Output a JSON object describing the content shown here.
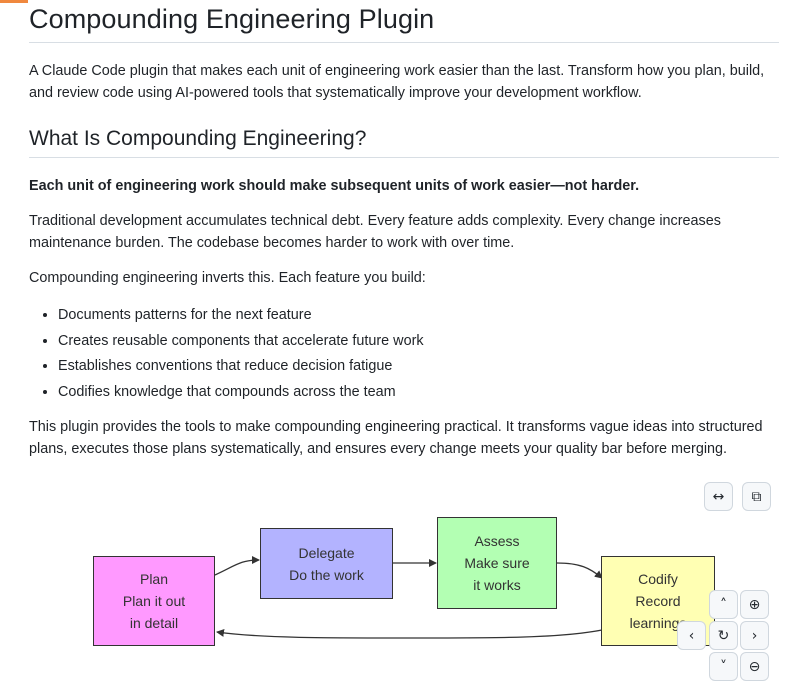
{
  "article": {
    "title": "Compounding Engineering Plugin",
    "intro_line1": "A Claude Code plugin that makes each unit of engineering work easier than the last. Transform how you plan, build,",
    "intro_line2": "and review code using AI-powered tools that systematically improve your development workflow.",
    "section_title": "What Is Compounding Engineering?",
    "bold_statement": "Each unit of engineering work should make subsequent units of work easier—not harder.",
    "para2_line1": "Traditional development accumulates technical debt. Every feature adds complexity. Every change increases",
    "para2_line2": "maintenance burden. The codebase becomes harder to work with over time.",
    "para3": "Compounding engineering inverts this. Each feature you build:",
    "bullets": [
      "Documents patterns for the next feature",
      "Creates reusable components that accelerate future work",
      "Establishes conventions that reduce decision fatigue",
      "Codifies knowledge that compounds across the team"
    ],
    "para4_line1": "This plugin provides the tools to make compounding engineering practical. It transforms vague ideas into structured",
    "para4_line2": "plans, executes those plans systematically, and ensures every change meets your quality bar before merging."
  },
  "diagram": {
    "nodes": {
      "plan": {
        "lines": [
          "Plan",
          "Plan it out",
          "in detail"
        ],
        "color": "#ff99ff"
      },
      "delegate": {
        "lines": [
          "Delegate",
          "Do the work"
        ],
        "color": "#b3b3ff"
      },
      "assess": {
        "lines": [
          "Assess",
          "Make sure",
          "it works"
        ],
        "color": "#b3ffb3"
      },
      "codify": {
        "lines": [
          "Codify",
          "Record",
          "learnings"
        ],
        "color": "#ffffb3"
      }
    },
    "controls": {
      "fullscreen": "↔",
      "copy": "⧉",
      "pan_up": "˄",
      "zoom_in": "⊕",
      "pan_left": "‹",
      "reset": "↻",
      "pan_right": "›",
      "pan_down": "˅",
      "zoom_out": "⊖"
    }
  }
}
